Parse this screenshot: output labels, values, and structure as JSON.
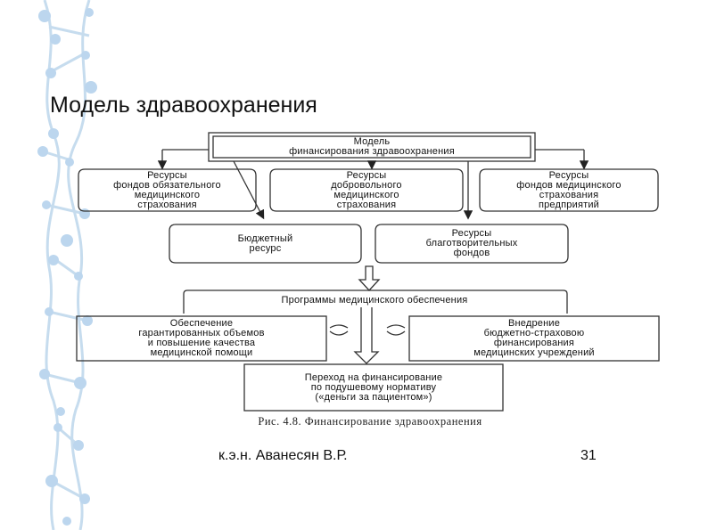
{
  "slide": {
    "title": "Модель здравоохранения",
    "author": "к.э.н. Аванесян В.Р.",
    "page_number": "31"
  },
  "diagram": {
    "top": "Модель\nфинансирования здравоохранения",
    "resource_oms": "Ресурсы\nфондов обязательного\nмедицинского\nстрахования",
    "resource_dms": "Ресурсы\nдобровольного\nмедицинского\nстрахования",
    "resource_enterprise": "Ресурсы\nфондов медицинского\nстрахования\nпредприятий",
    "budget": "Бюджетный\nресурс",
    "charity": "Ресурсы\nблаготворительных\nфондов",
    "programs": "Программы медицинского обеспечения",
    "guarantee": "Обеспечение\nгарантированных объемов\nи повышение качества\nмедицинской помощи",
    "implementation": "Внедрение\nбюджетно-страховою\nфинансирования\nмедицинских учреждений",
    "transition": "Переход на финансирование\nпо подушевому нормативу\n(«деньги за пациентом»)",
    "caption": "Рис. 4.8. Финансирование здравоохранения"
  }
}
